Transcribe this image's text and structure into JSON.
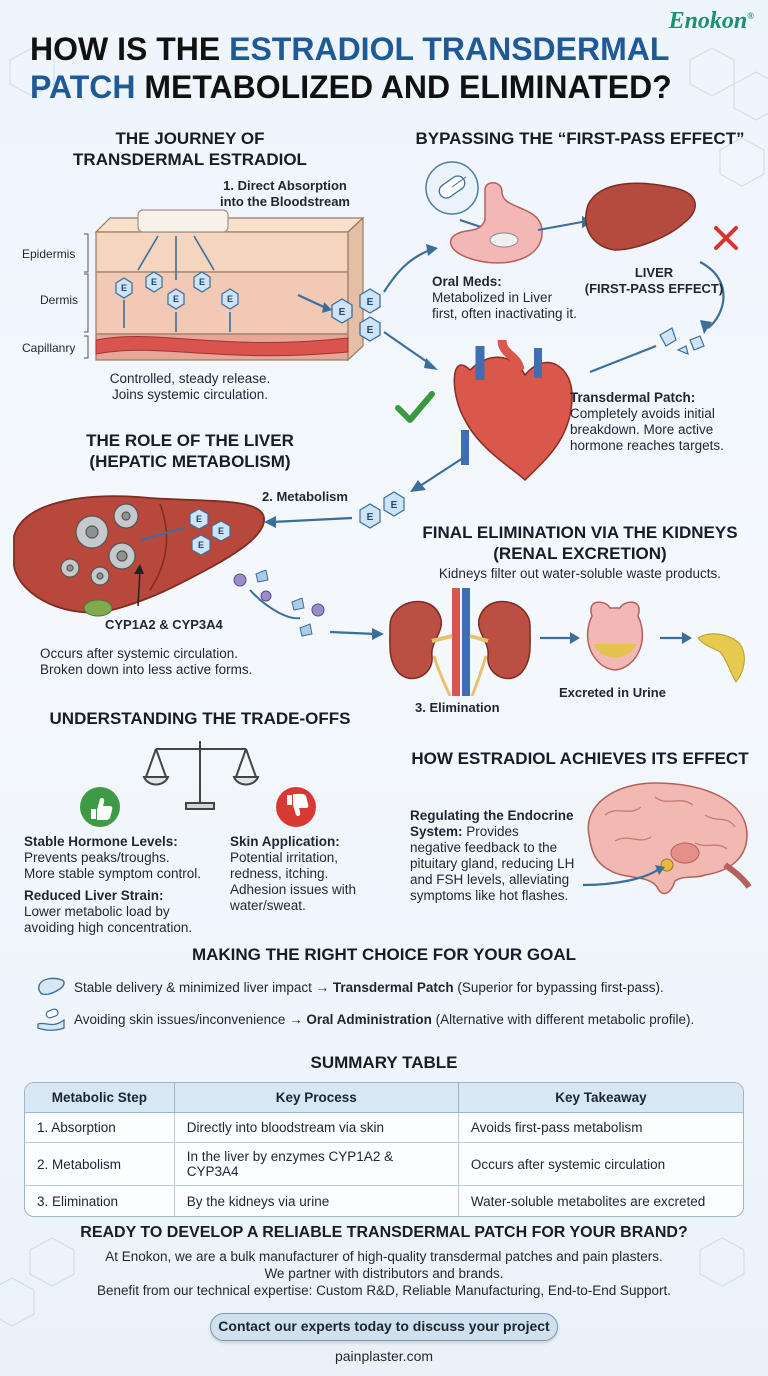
{
  "brand": "Enokon",
  "brand_mark": "®",
  "title": {
    "part1": "HOW IS THE ",
    "highlight1": "ESTRADIOL TRANSDERMAL",
    "highlight2": "PATCH",
    "part2": " METABOLIZED AND ELIMINATED?"
  },
  "journey": {
    "heading_line1": "THE JOURNEY OF",
    "heading_line2": "TRANSDERMAL ESTRADIOL",
    "step1_line1": "1. Direct Absorption",
    "step1_line2": "into the Bloodstream",
    "layers": [
      "Epidermis",
      "Dermis",
      "Capillanry"
    ],
    "hormone_letter": "E",
    "caption_line1": "Controlled, steady release.",
    "caption_line2": "Joins systemic circulation."
  },
  "first_pass": {
    "heading": "BYPASSING THE “FIRST-PASS EFFECT”",
    "oral_label": "Oral Meds:",
    "oral_line1": "Metabolized in Liver",
    "oral_line2": "first, often inactivating it.",
    "liver_line1": "LIVER",
    "liver_line2": "(FIRST-PASS EFFECT)",
    "patch_label": "Transdermal Patch:",
    "patch_line1": "Completely avoids initial",
    "patch_line2": "breakdown. More active",
    "patch_line3": "hormone reaches targets."
  },
  "liver_role": {
    "heading_line1": "THE ROLE OF THE LIVER",
    "heading_line2": "(HEPATIC METABOLISM)",
    "step2": "2. Metabolism",
    "enzymes": "CYP1A2 & CYP3A4",
    "caption_line1": "Occurs after systemic circulation.",
    "caption_line2": "Broken down into less active forms."
  },
  "kidneys": {
    "heading_line1": "FINAL ELIMINATION VIA THE KIDNEYS",
    "heading_line2": "(RENAL EXCRETION)",
    "subtitle": "Kidneys filter out water-soluble waste products.",
    "step3": "3. Elimination",
    "excreted": "Excreted in Urine"
  },
  "tradeoffs": {
    "heading": "UNDERSTANDING THE TRADE-OFFS",
    "pro1_title": "Stable Hormone Levels:",
    "pro1_line1": "Prevents peaks/troughs.",
    "pro1_line2": "More stable symptom control.",
    "pro2_title": "Reduced Liver Strain:",
    "pro2_line1": "Lower metabolic load by",
    "pro2_line2": "avoiding high concentration.",
    "con_title": "Skin Application:",
    "con_line1": "Potential irritation,",
    "con_line2": "redness, itching.",
    "con_line3": "Adhesion issues with",
    "con_line4": "water/sweat."
  },
  "effect": {
    "heading": "HOW ESTRADIOL ACHIEVES ITS EFFECT",
    "label_line1": "Regulating the Endocrine",
    "label_line2": "System:",
    "line2_rest": " Provides",
    "line3": "negative feedback to the",
    "line4": "pituitary gland, reducing LH",
    "line5": "and FSH levels, alleviating",
    "line6": "symptoms like hot flashes."
  },
  "choice": {
    "heading": "MAKING THE RIGHT CHOICE FOR YOUR GOAL",
    "row1_pre": "Stable delivery & minimized liver impact → ",
    "row1_bold": "Transdermal Patch",
    "row1_post": " (Superior for bypassing first-pass).",
    "row2_pre": "Avoiding skin issues/inconvenience → ",
    "row2_bold": "Oral Administration",
    "row2_post": " (Alternative with different metabolic profile)."
  },
  "summary": {
    "heading": "SUMMARY TABLE",
    "columns": [
      "Metabolic Step",
      "Key Process",
      "Key Takeaway"
    ],
    "rows": [
      [
        "1. Absorption",
        "Directly into bloodstream via skin",
        "Avoids first-pass metabolism"
      ],
      [
        "2. Metabolism",
        "In the liver by enzymes CYP1A2 & CYP3A4",
        "Occurs after systemic circulation"
      ],
      [
        "3. Elimination",
        "By the kidneys via urine",
        "Water-soluble metabolites are excreted"
      ]
    ]
  },
  "cta": {
    "heading": "READY TO DEVELOP A RELIABLE TRANSDERMAL PATCH FOR YOUR BRAND?",
    "line1": "At Enokon, we are a bulk manufacturer of high-quality transdermal patches and pain plasters.",
    "line2": "We partner with distributors and brands.",
    "line3": "Benefit from our technical expertise: Custom R&D, Reliable Manufacturing, End-to-End Support.",
    "button": "Contact our experts today to discuss your project",
    "url": "painplaster.com"
  }
}
